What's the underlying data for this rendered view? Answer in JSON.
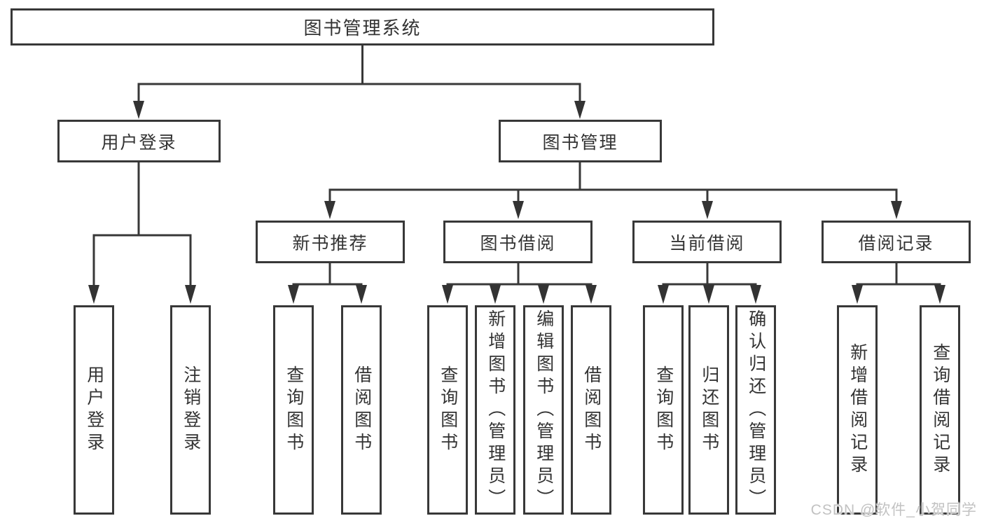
{
  "diagram": {
    "root": {
      "label": "图书管理系统"
    },
    "branches": [
      {
        "label": "用户登录",
        "children": [
          {
            "label": "用户登录"
          },
          {
            "label": "注销登录"
          }
        ]
      },
      {
        "label": "图书管理",
        "children": [
          {
            "label": "新书推荐",
            "children": [
              {
                "label": "查询图书"
              },
              {
                "label": "借阅图书"
              }
            ]
          },
          {
            "label": "图书借阅",
            "children": [
              {
                "label": "查询图书"
              },
              {
                "label": "新增图书（管理员）"
              },
              {
                "label": "编辑图书（管理员）"
              },
              {
                "label": "借阅图书"
              }
            ]
          },
          {
            "label": "当前借阅",
            "children": [
              {
                "label": "查询图书"
              },
              {
                "label": "归还图书"
              },
              {
                "label": "确认归还（管理员）"
              }
            ]
          },
          {
            "label": "借阅记录",
            "children": [
              {
                "label": "新增借阅记录"
              },
              {
                "label": "查询借阅记录"
              }
            ]
          }
        ]
      }
    ]
  },
  "watermark": {
    "text": "CSDN @软件_小贺同学"
  },
  "colors": {
    "background": "#ffffff",
    "line": "#383838",
    "box_border": "#383838",
    "box_fill": "#ffffff",
    "label_text": "#333333",
    "watermark_text": "#c2c2c2"
  }
}
